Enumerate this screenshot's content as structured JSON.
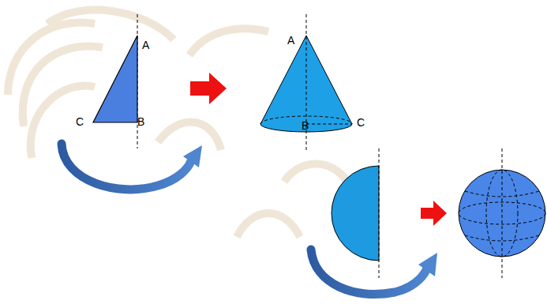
{
  "diagram": {
    "labels": [
      "A",
      "C",
      "B",
      "A",
      "B",
      "C"
    ]
  }
}
